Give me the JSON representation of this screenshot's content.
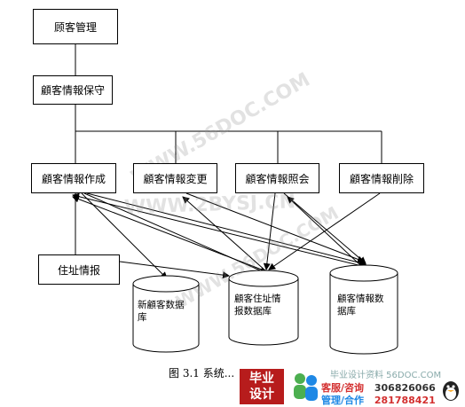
{
  "colors": {
    "line": "#000000",
    "box_border": "#000000",
    "watermark": "#999999",
    "logo_red": "#b71c1c"
  },
  "boxes": {
    "customer_mgmt": "顾客管理",
    "info_maintenance": "顧客情報保守",
    "info_create": "顧客情報作成",
    "info_change": "顧客情報変更",
    "info_inquiry": "顧客情報照会",
    "info_delete": "顧客情報削除",
    "address_info": "住址情报"
  },
  "databases": {
    "new_customer_db": [
      "新顧客数据",
      "库"
    ],
    "customer_address_db": [
      "顧客住址情",
      "报数据库"
    ],
    "customer_info_db": [
      "顧客情報数",
      "据库"
    ]
  },
  "watermarks": [
    "WWW.56DOC.COM",
    "WWW.2BYSJ.CN",
    "WWW.56DOC.COM"
  ],
  "caption": "图 3.1  系统...",
  "footer": {
    "logo_text": [
      "毕业",
      "设计"
    ],
    "site_text": "毕业设计资料 56DOC.COM",
    "row1_label": "客服/咨询",
    "row1_number": "306826066",
    "row2_label": "管理/合作",
    "row2_number": "281788421"
  }
}
